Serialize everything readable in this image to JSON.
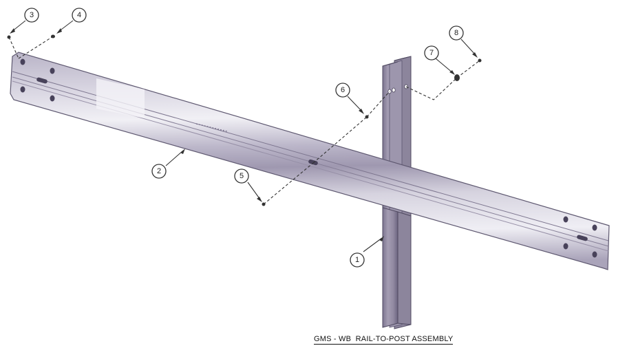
{
  "caption": "GMS - WB  RAIL-TO-POST ASSEMBLY",
  "callouts": {
    "c1": "1",
    "c2": "2",
    "c3": "3",
    "c4": "4",
    "c5": "5",
    "c6": "6",
    "c7": "7",
    "c8": "8"
  },
  "colors": {
    "rail_light": "#e6e4ec",
    "rail_mid": "#b8b3c6",
    "rail_dark": "#8f889e",
    "post_face": "#9a93a8",
    "post_dark": "#6f6880",
    "post_light": "#bdb7c8"
  }
}
